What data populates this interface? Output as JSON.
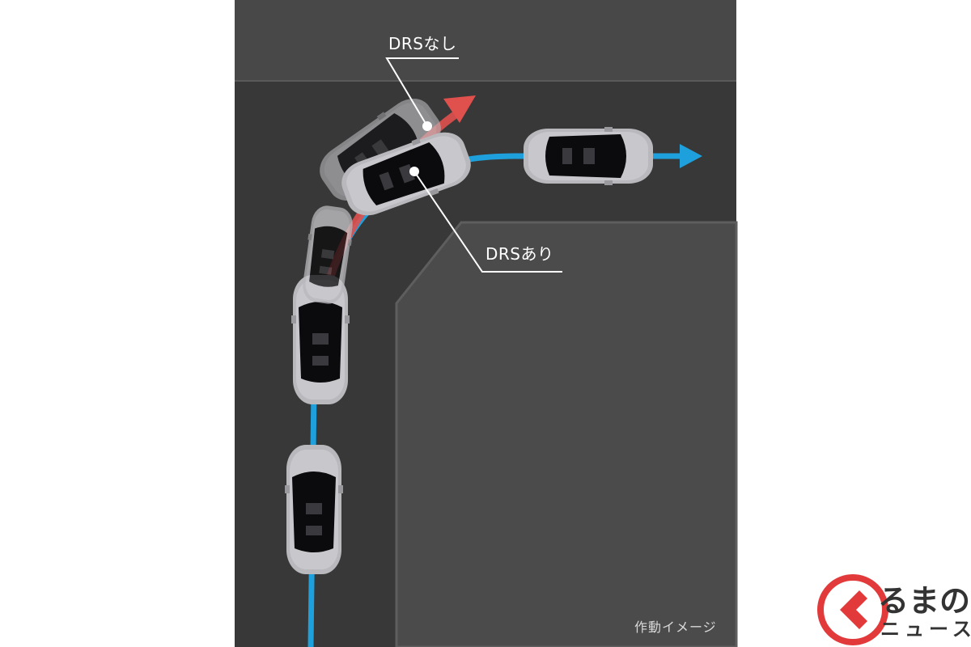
{
  "labels": {
    "drs_off": "DRSなし",
    "drs_on": "DRSあり"
  },
  "caption": "作動イメージ",
  "logo": {
    "line1": "るまの",
    "line2": "ニュース"
  },
  "colors": {
    "background_white": "#ffffff",
    "curb": "#484848",
    "road": "#383838",
    "inner_block": "#4b4b4b",
    "path_with_drs": "#1ea0dc",
    "path_without_drs": "#e0504c",
    "leader_line": "#ffffff",
    "car_body": "#b9b9bd",
    "car_glass": "#0b0b0d",
    "logo_red": "#e23a3a"
  },
  "icons": {
    "logo": "kuruma-news-logo-icon",
    "car": "car-top-view-icon"
  }
}
